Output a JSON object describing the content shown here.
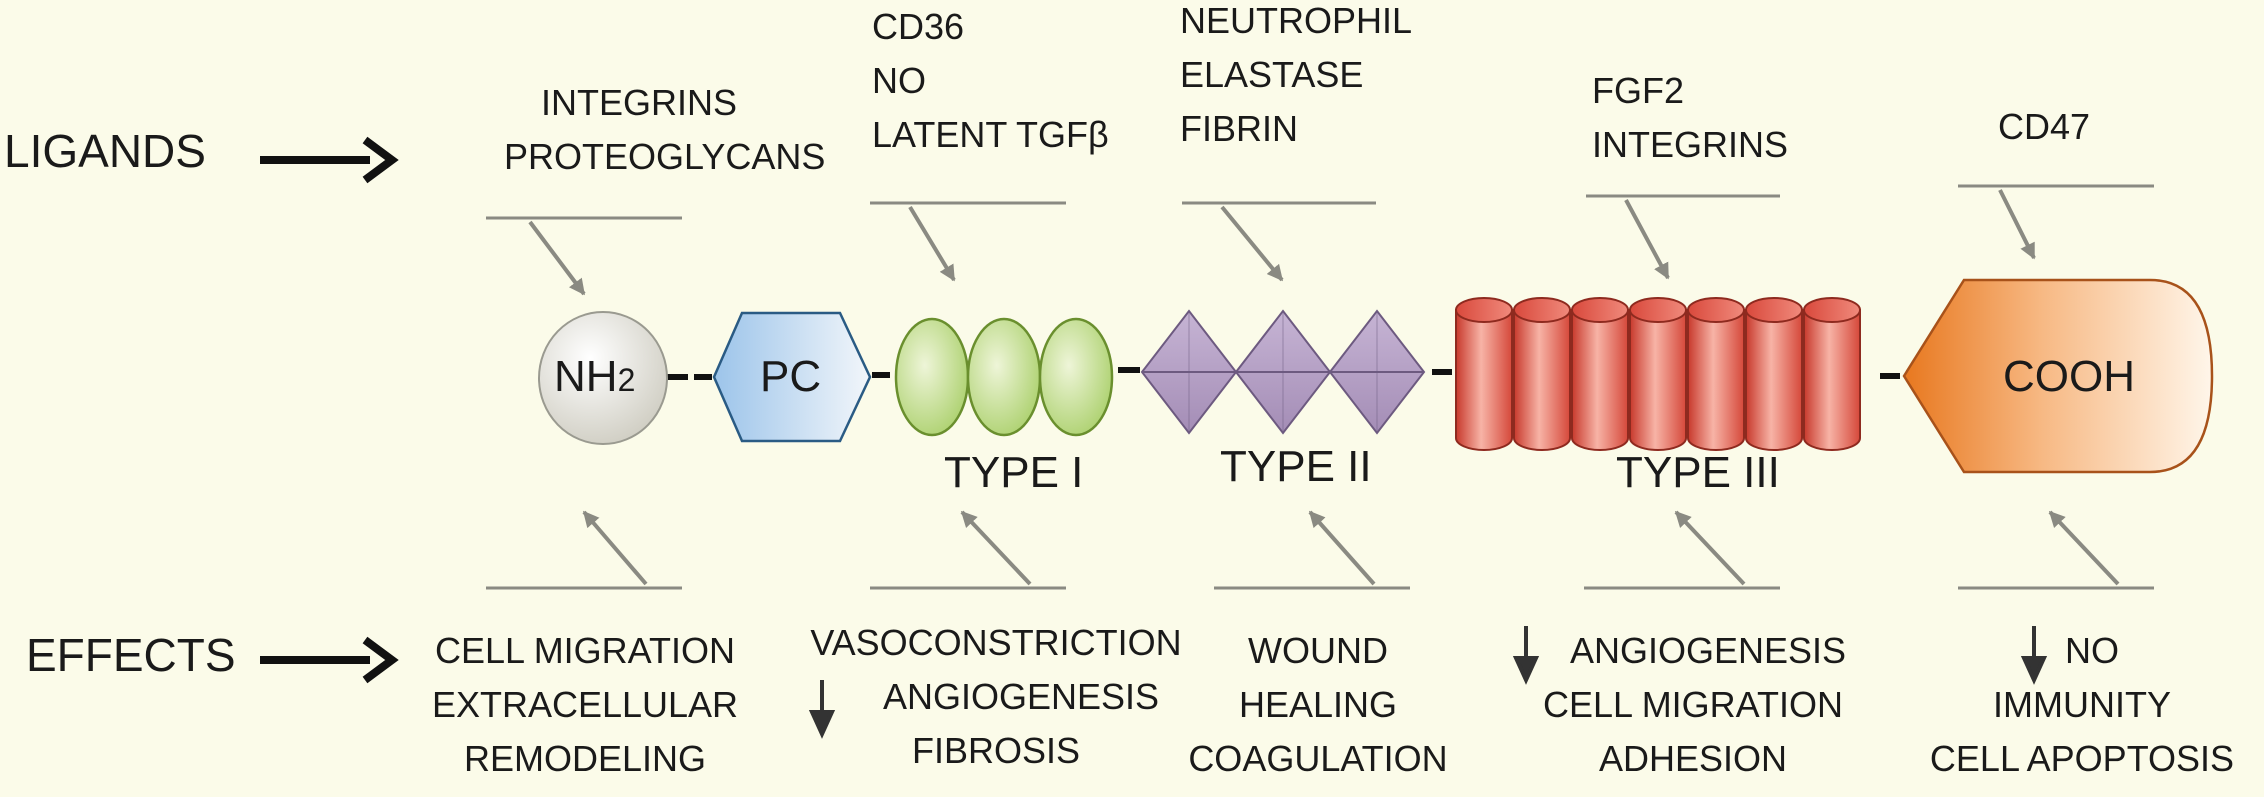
{
  "row_labels": {
    "ligands": "LIGANDS",
    "effects": "EFFECTS"
  },
  "domains": {
    "nh2": "NH",
    "nh2_sub": "2",
    "pc": "PC",
    "type1": "TYPE I",
    "type2": "TYPE II",
    "type3": "TYPE III",
    "cooh": "COOH"
  },
  "ligands": {
    "nh2": [
      "INTEGRINS",
      "PROTEOGLYCANS"
    ],
    "type1": [
      "CD36",
      "NO",
      "LATENT TGFβ"
    ],
    "type2": [
      "NEUTROPHIL",
      "ELASTASE",
      "FIBRIN"
    ],
    "type3": [
      "FGF2",
      "INTEGRINS"
    ],
    "cooh": [
      "CD47"
    ]
  },
  "effects": {
    "nh2": [
      "CELL MIGRATION",
      "EXTRACELLULAR",
      "REMODELING"
    ],
    "type1": [
      "VASOCONSTRICTION",
      "ANGIOGENESIS",
      "FIBROSIS"
    ],
    "type2": [
      "WOUND",
      "HEALING",
      "COAGULATION"
    ],
    "type3": [
      "ANGIOGENESIS",
      "CELL MIGRATION",
      "ADHESION"
    ],
    "cooh": [
      "NO",
      "IMMUNITY",
      "CELL APOPTOSIS"
    ]
  },
  "down_arrow_symbol": "↓",
  "colors": {
    "background": "#fbfbe9",
    "nh2_fill": "#dddcd2",
    "pc_fill": "#bcd5ec",
    "type1_fill": "#c3dd8e",
    "type2_fill": "#bba7c9",
    "type3_fill": "#e67a6c",
    "cooh_fill": "#f1a15c",
    "connector_arrow": "#8a8a82"
  }
}
